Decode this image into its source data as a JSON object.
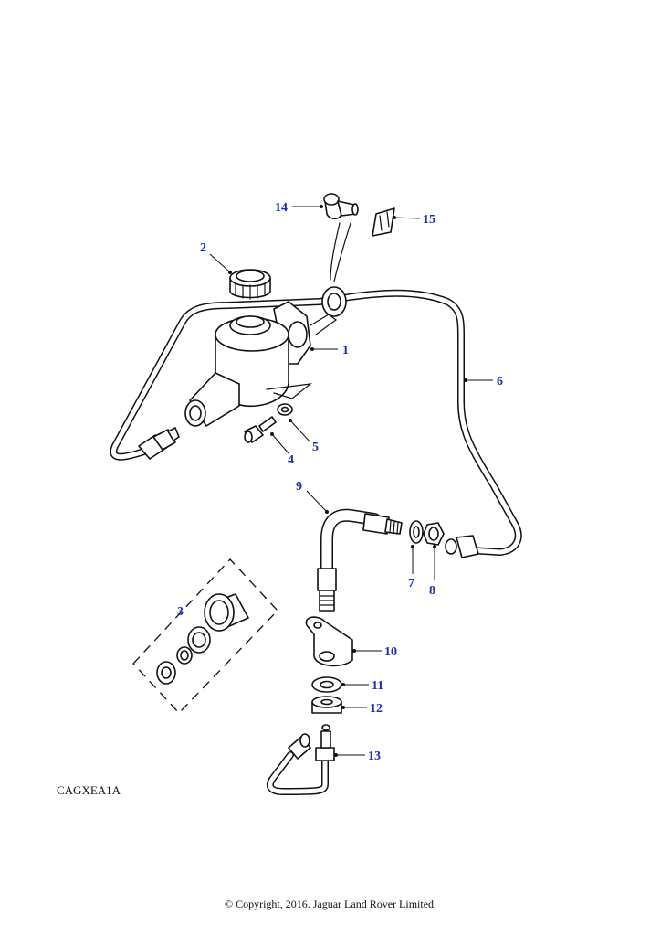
{
  "diagram": {
    "reference_code": "CAGXEA1A",
    "copyright": "© Copyright, 2016. Jaguar Land Rover Limited.",
    "callouts": [
      {
        "id": "c1",
        "label": "1"
      },
      {
        "id": "c2",
        "label": "2"
      },
      {
        "id": "c3",
        "label": "3"
      },
      {
        "id": "c4",
        "label": "4"
      },
      {
        "id": "c5",
        "label": "5"
      },
      {
        "id": "c6",
        "label": "6"
      },
      {
        "id": "c7",
        "label": "7"
      },
      {
        "id": "c8",
        "label": "8"
      },
      {
        "id": "c9",
        "label": "9"
      },
      {
        "id": "c10",
        "label": "10"
      },
      {
        "id": "c11",
        "label": "11"
      },
      {
        "id": "c12",
        "label": "12"
      },
      {
        "id": "c13",
        "label": "13"
      },
      {
        "id": "c14",
        "label": "14"
      },
      {
        "id": "c15",
        "label": "15"
      }
    ],
    "callout_color": "#1a2fb0"
  }
}
